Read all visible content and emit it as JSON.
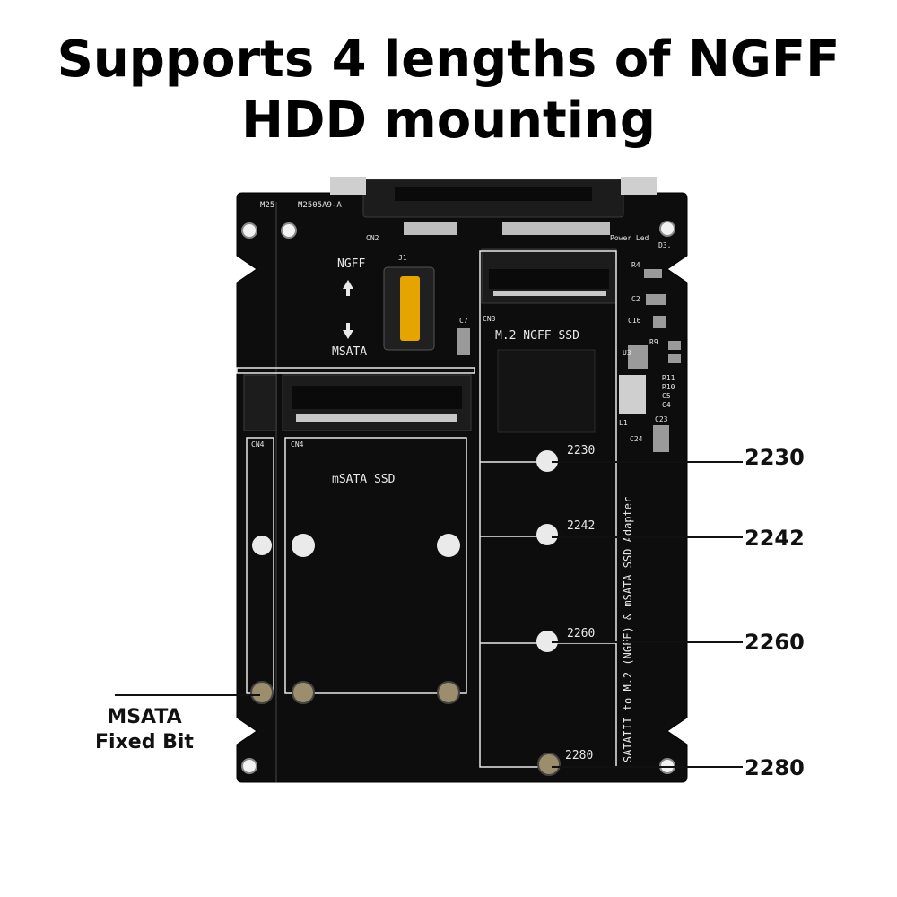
{
  "headline": {
    "line1": "Supports 4 lengths of NGFF",
    "line2": "HDD mounting"
  },
  "board": {
    "top_codes": [
      "M25",
      "M2505A9-A"
    ],
    "cn2": "CN2",
    "power_led": "Power Led",
    "d3": "D3.",
    "r4": "R4",
    "c2": "C2",
    "c16": "C16",
    "r9": "R9",
    "u3": "U3",
    "r11": "R11",
    "r10": "R10",
    "c5": "C5",
    "c4": "C4",
    "l1": "L1",
    "c23": "C23",
    "c24": "C24",
    "j1": "J1",
    "c7": "C7",
    "cn3": "CN3",
    "cn4a": "CN4",
    "cn4b": "CN4",
    "switch_up": "NGFF",
    "switch_down": "MSATA",
    "m2_label": "M.2   NGFF SSD",
    "msata_label": "mSATA SSD",
    "side_text": "SATAIII to M.2 (NGFF) & mSATA SSD Adapter",
    "silk_2230": "2230",
    "silk_2242": "2242",
    "silk_2260": "2260",
    "silk_2280": "2280"
  },
  "callouts": {
    "len_2230": "2230",
    "len_2242": "2242",
    "len_2260": "2260",
    "len_2280": "2280",
    "msata_fixed_line1": "MSATA",
    "msata_fixed_line2": "Fixed Bit"
  },
  "colors": {
    "pcb": "#0d0d0d",
    "silk": "#e8e8e8",
    "connector": "#1c1c1c",
    "switch": "#e6a400"
  }
}
